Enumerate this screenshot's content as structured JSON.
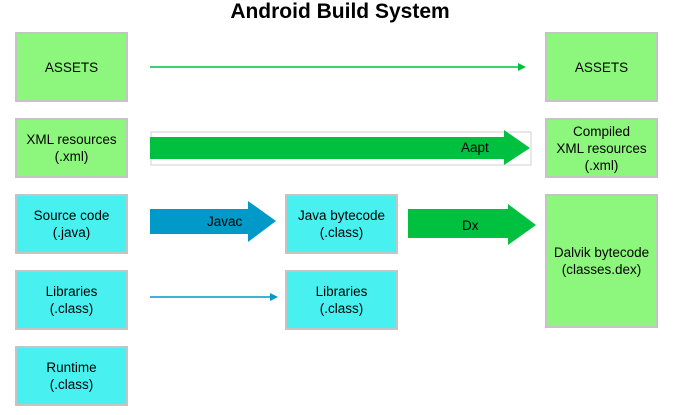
{
  "title": "Android Build System",
  "inputs": [
    "ASSETS",
    "XML resources\n(.xml)",
    "Source code\n(.java)",
    "Libraries\n(.class)",
    "Runtime\n(.class)"
  ],
  "intermediate": [
    "Java bytecode\n(.class)",
    "Libraries\n(.class)"
  ],
  "outputs": [
    "ASSETS",
    "Compiled\nXML resources\n(.xml)",
    "Dalvik bytecode\n(classes.dex)"
  ],
  "tools": {
    "aapt": "Aapt",
    "javac": "Javac",
    "dx": "Dx"
  },
  "colors": {
    "resource_box": "#8cf77c",
    "code_box": "#48f0f0",
    "green_arrow": "#00c040",
    "blue_arrow": "#0099c8"
  }
}
